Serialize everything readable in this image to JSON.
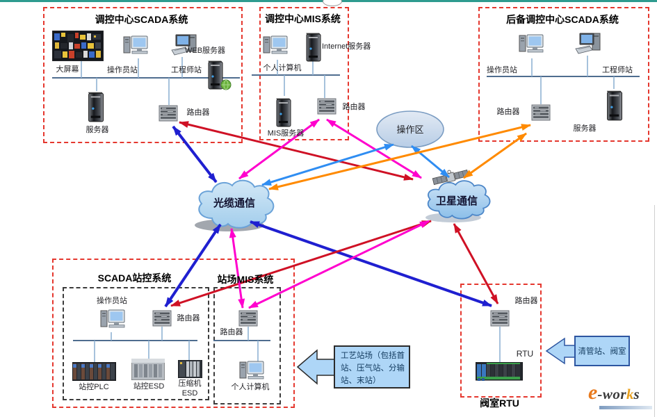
{
  "diagram": {
    "cc_scada": {
      "title": "调控中心SCADA系统",
      "big_screen": "大屏幕",
      "operator": "操作员站",
      "engineer": "工程师站",
      "web_server": "WEB服务器",
      "server": "服务器",
      "router": "路由器"
    },
    "cc_mis": {
      "title": "调控中心MIS系统",
      "pc": "个人计算机",
      "internet_server": "Internet服务器",
      "mis_server": "MIS服务器",
      "router": "路由器"
    },
    "backup_scada": {
      "title": "后备调控中心SCADA系统",
      "operator": "操作员站",
      "engineer": "工程师站",
      "router": "路由器",
      "server": "服务器"
    },
    "station_scada": {
      "title": "SCADA站控系统",
      "operator": "操作员站",
      "router": "路由器",
      "plc": "站控PLC",
      "esd": "站控ESD",
      "compressor_esd": "压缩机\nESD"
    },
    "station_mis": {
      "title": "站场MIS系统",
      "router": "路由器",
      "pc": "个人计算机"
    },
    "valve_room": {
      "router": "路由器",
      "rtu": "RTU",
      "caption": "阀室RTU"
    },
    "clouds": {
      "optical": "光缆通信",
      "satellite": "卫星通信"
    },
    "operation_area": "操作区",
    "callouts": {
      "process_station": "工艺站场（包括首站、压气站、分输站、末站）",
      "pigging": "清管站、阀室"
    },
    "logo": {
      "e": "e",
      "wor": "-wor",
      "k": "k",
      "s": "s"
    },
    "colors": {
      "navy": "#1f1fd0",
      "red": "#cf1125",
      "magenta": "#ff00cd",
      "lightblue": "#2f8df2",
      "orange": "#ff8a00",
      "teal_bar": "#2e9b8f",
      "cloud_fill": "#b5d8ef",
      "box_red": "#e5372e"
    }
  }
}
